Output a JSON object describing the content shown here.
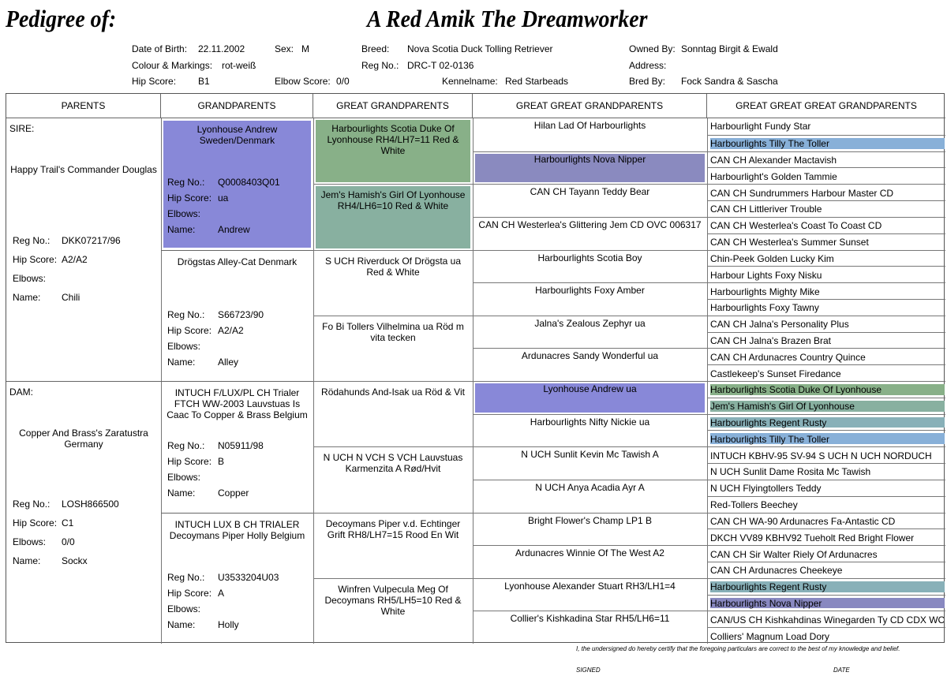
{
  "header": {
    "title_prefix": "Pedigree of:",
    "dog_name": "A Red Amik The Dreamworker",
    "dob_label": "Date of Birth:",
    "dob": "22.11.2002",
    "sex_label": "Sex:",
    "sex": "M",
    "breed_label": "Breed:",
    "breed": "Nova Scotia Duck Tolling Retriever",
    "owned_label": "Owned By:",
    "owned": "Sonntag Birgit & Ewald",
    "colour_label": "Colour & Markings:",
    "colour": "rot-weiß",
    "reg_label": "Reg No.:",
    "reg": "DRC-T 02-0136",
    "address_label": "Address:",
    "hip_label": "Hip Score:",
    "hip": "B1",
    "elbow_label": "Elbow Score:",
    "elbow": "0/0",
    "kennel_label": "Kennelname:",
    "kennel": "Red Starbeads",
    "bred_label": "Bred By:",
    "bred": "Fock Sandra & Sascha"
  },
  "columns": [
    "PARENTS",
    "GRANDPARENTS",
    "GREAT GRANDPARENTS",
    "GREAT GREAT GRANDPARENTS",
    "GREAT GREAT GREAT GRANDPARENTS"
  ],
  "field_labels": {
    "reg": "Reg No.:",
    "hip": "Hip Score:",
    "elbows": "Elbows:",
    "name": "Name:"
  },
  "parents": [
    {
      "role": "SIRE:",
      "name": "Happy Trail's Commander Douglas",
      "reg": "DKK07217/96",
      "hip": "A2/A2",
      "elbows": "",
      "call_name": "Chili"
    },
    {
      "role": "DAM:",
      "name": "Copper And Brass's Zaratustra Germany",
      "reg": "LOSH866500",
      "hip": "C1",
      "elbows": "0/0",
      "call_name": "Sockx"
    }
  ],
  "grandparents": [
    {
      "name": "Lyonhouse Andrew Sweden/Denmark",
      "reg": "Q0008403Q01",
      "hip": "ua",
      "elbows": "",
      "call_name": "Andrew",
      "color": "#8888d8"
    },
    {
      "name": "Drögstas Alley-Cat Denmark",
      "reg": "S66723/90",
      "hip": "A2/A2",
      "elbows": "",
      "call_name": "Alley",
      "color": ""
    },
    {
      "name": "INTUCH F/LUX/PL CH Trialer FTCH WW-2003 Lauvstuas Is Caac To Copper & Brass Belgium",
      "reg": "N05911/98",
      "hip": "B",
      "elbows": "",
      "call_name": "Copper",
      "color": ""
    },
    {
      "name": "INTUCH LUX B CH TRIALER Decoymans Piper Holly Belgium",
      "reg": "U3533204U03",
      "hip": "A",
      "elbows": "",
      "call_name": "Holly",
      "color": ""
    }
  ],
  "great_grandparents": [
    {
      "name": "Harbourlights Scotia Duke Of Lyonhouse RH4/LH7=11 Red & White",
      "color": "#88b088"
    },
    {
      "name": "Jem's Hamish's Girl Of Lyonhouse RH4/LH6=10 Red & White",
      "color": "#88b0a0"
    },
    {
      "name": "S UCH Riverduck Of Drögsta ua Red & White",
      "color": ""
    },
    {
      "name": "Fo Bi Tollers Vilhelmina ua Röd m vita tecken",
      "color": ""
    },
    {
      "name": "Rödahunds And-Isak ua Röd & Vit",
      "color": ""
    },
    {
      "name": "N UCH N VCH S VCH Lauvstuas Karmenzita A Rød/Hvit",
      "color": ""
    },
    {
      "name": "Decoymans Piper v.d. Echtinger Grift RH8/LH7=15 Rood En Wit",
      "color": ""
    },
    {
      "name": "Winfren Vulpecula Meg Of Decoymans RH5/LH5=10 Red & White",
      "color": ""
    }
  ],
  "gg_grandparents": [
    {
      "name": "Hilan Lad Of Harbourlights",
      "color": ""
    },
    {
      "name": "Harbourlights Nova Nipper",
      "color": "#8a8abf"
    },
    {
      "name": "CAN CH Tayann Teddy Bear",
      "color": ""
    },
    {
      "name": "CAN CH Westerlea's Glittering Jem CD OVC 006317",
      "color": ""
    },
    {
      "name": "Harbourlights Scotia Boy",
      "color": ""
    },
    {
      "name": "Harbourlights Foxy Amber",
      "color": ""
    },
    {
      "name": "Jalna's Zealous Zephyr  ua",
      "color": ""
    },
    {
      "name": "Ardunacres Sandy Wonderful  ua",
      "color": ""
    },
    {
      "name": "Lyonhouse Andrew  ua",
      "color": "#8888d8"
    },
    {
      "name": "Harbourlights Nifty Nickie  ua",
      "color": ""
    },
    {
      "name": "N UCH Sunlit Kevin Mc Tawish  A",
      "color": ""
    },
    {
      "name": "N UCH Anya Acadia Ayr  A",
      "color": ""
    },
    {
      "name": "Bright Flower's Champ LP1 B",
      "color": ""
    },
    {
      "name": "Ardunacres Winnie Of The West  A2",
      "color": ""
    },
    {
      "name": "Lyonhouse Alexander Stuart  RH3/LH1=4",
      "color": ""
    },
    {
      "name": "Collier's Kishkadina Star  RH5/LH6=11",
      "color": ""
    }
  ],
  "ggg_grandparents": [
    {
      "name": "Harbourlight Fundy Star",
      "color": ""
    },
    {
      "name": "Harbourlights Tilly The Toller",
      "color": "#88b0d8"
    },
    {
      "name": "CAN CH Alexander Mactavish",
      "color": ""
    },
    {
      "name": "Harbourlight's Golden Tammie",
      "color": ""
    },
    {
      "name": "CAN CH Sundrummers Harbour Master CD",
      "color": ""
    },
    {
      "name": "CAN CH Littleriver Trouble",
      "color": ""
    },
    {
      "name": "CAN CH Westerlea's Coast To Coast CD",
      "color": ""
    },
    {
      "name": "CAN CH Westerlea's Summer Sunset",
      "color": ""
    },
    {
      "name": "Chin-Peek Golden Lucky Kim",
      "color": ""
    },
    {
      "name": "Harbour Lights Foxy Nisku",
      "color": ""
    },
    {
      "name": "Harbourlights Mighty Mike",
      "color": ""
    },
    {
      "name": "Harbourlights Foxy Tawny",
      "color": ""
    },
    {
      "name": "CAN CH Jalna's Personality Plus",
      "color": ""
    },
    {
      "name": "CAN CH Jalna's Brazen Brat",
      "color": ""
    },
    {
      "name": "CAN CH Ardunacres Country Quince",
      "color": ""
    },
    {
      "name": "Castlekeep's Sunset Firedance",
      "color": ""
    },
    {
      "name": "Harbourlights Scotia Duke Of Lyonhouse",
      "color": "#88b088"
    },
    {
      "name": "Jem's Hamish's Girl Of Lyonhouse",
      "color": "#88b0a0"
    },
    {
      "name": "Harbourlights Regent Rusty",
      "color": "#88b0b8"
    },
    {
      "name": "Harbourlights Tilly The Toller",
      "color": "#88b0d8"
    },
    {
      "name": "INTUCH KBHV-95 SV-94 S UCH N UCH NORDUCH",
      "color": ""
    },
    {
      "name": "N UCH Sunlit Dame Rosita Mc Tawish",
      "color": ""
    },
    {
      "name": "N UCH Flyingtollers Teddy",
      "color": ""
    },
    {
      "name": "Red-Tollers Beechey",
      "color": ""
    },
    {
      "name": "CAN CH WA-90 Ardunacres Fa-Antastic CD",
      "color": ""
    },
    {
      "name": "DKCH VV89 KBHV92 Tueholt Red Bright Flower",
      "color": ""
    },
    {
      "name": "CAN CH Sir Walter Riely Of Ardunacres",
      "color": ""
    },
    {
      "name": "CAN CH Ardunacres Cheekeye",
      "color": ""
    },
    {
      "name": "Harbourlights Regent Rusty",
      "color": "#88b0b8"
    },
    {
      "name": "Harbourlights Nova Nipper",
      "color": "#8888c0"
    },
    {
      "name": "CAN/US CH Kishkahdinas Winegarden Ty CD CDX WCX",
      "color": ""
    },
    {
      "name": "Colliers' Magnum Load Dory",
      "color": ""
    }
  ],
  "footer": {
    "certify": "I, the undersigned do hereby certify that the foregoing   particulars are correct to the best of my knowledge and belief.",
    "signed": "SIGNED",
    "date": "DATE"
  }
}
